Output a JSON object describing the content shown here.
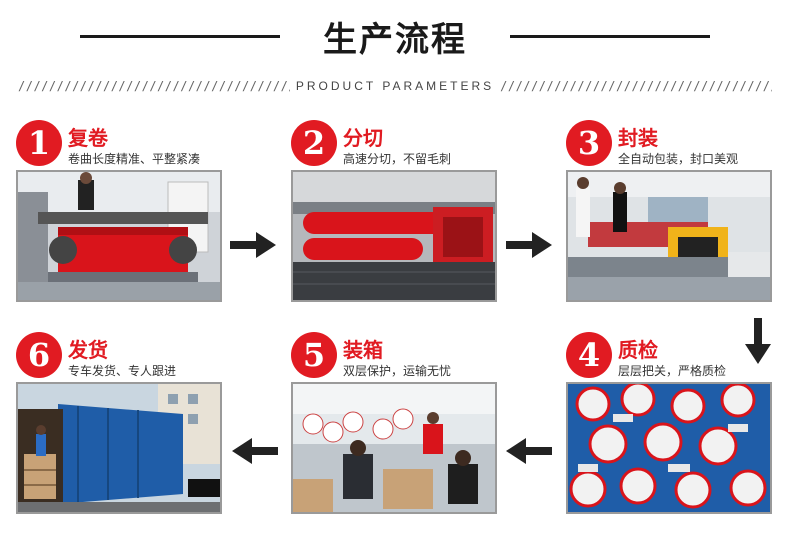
{
  "header": {
    "title": "生产流程",
    "subtitle": "PRODUCT PARAMETERS",
    "slashes": "////////////////////////////////////////////////////"
  },
  "steps": [
    {
      "number": "1",
      "name": "复卷",
      "desc": "卷曲长度精准、平整紧凑"
    },
    {
      "number": "2",
      "name": "分切",
      "desc": "高速分切，不留毛刺"
    },
    {
      "number": "3",
      "name": "封装",
      "desc": "全自动包装，封口美观"
    },
    {
      "number": "4",
      "name": "质检",
      "desc": "层层把关，严格质检"
    },
    {
      "number": "5",
      "name": "装箱",
      "desc": "双层保护，运输无忧"
    },
    {
      "number": "6",
      "name": "发货",
      "desc": "专车发货、专人跟进"
    }
  ],
  "colors": {
    "accent": "#e11b22",
    "arrow": "#222222",
    "border": "#9a9a9a"
  }
}
